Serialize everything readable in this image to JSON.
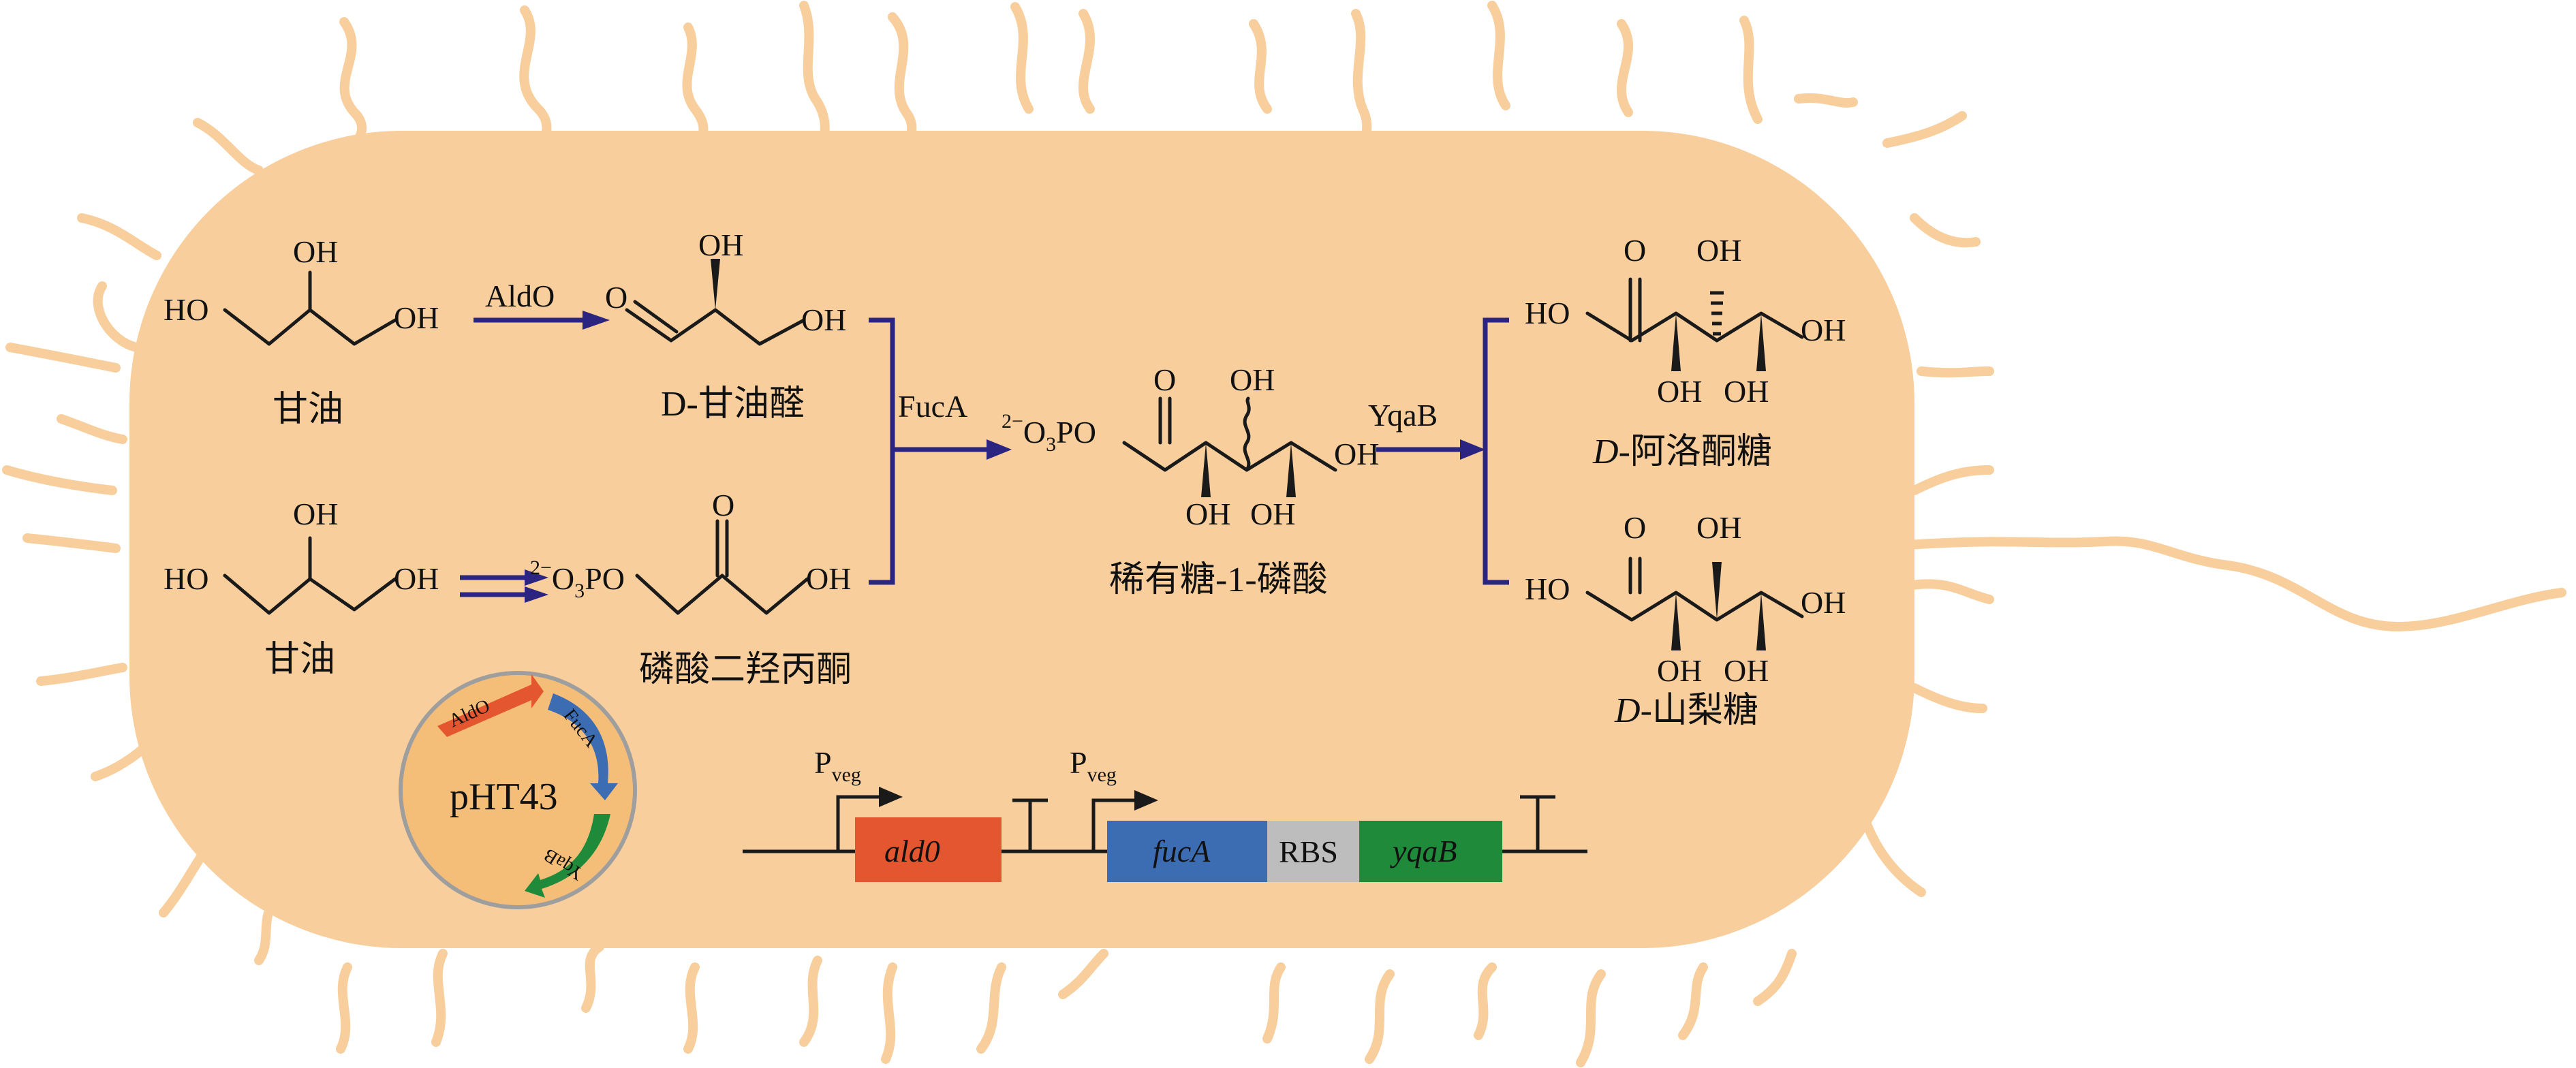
{
  "colors": {
    "cell_fill": "#F7CE9C",
    "flagella": "#F7CE9C",
    "bond": "#1a1a1a",
    "arrow": "#2B2480",
    "plasmid_fill": "#F5BE78",
    "plasmid_ring": "#9E9E9E",
    "aldO": "#E4562F",
    "fucA": "#3C6DB3",
    "rbs": "#BDBDBD",
    "yqaB": "#1F8A3A"
  },
  "compounds": {
    "glycerol_1": "甘油",
    "glyceraldehyde": "D-甘油醛",
    "glycerol_2": "甘油",
    "dhap": "磷酸二羟丙酮",
    "rare_sugar_phosphate": "稀有糖-1-磷酸",
    "allulose_prefix": "D",
    "allulose": "-阿洛酮糖",
    "sorbose_prefix": "D",
    "sorbose": "-山梨糖"
  },
  "enzymes": {
    "aldo": "AldO",
    "fuca": "FucA",
    "yqab": "YqaB"
  },
  "groups": {
    "ho": "HO",
    "oh": "OH",
    "o": "O",
    "po_charge": "2−",
    "po_o": "O",
    "po_sub": "3",
    "po_tail": "PO"
  },
  "plasmid": {
    "name": "pHT43",
    "genes": [
      "AldO",
      "FucA",
      "YqaB"
    ]
  },
  "construct": {
    "promoter_main": "P",
    "promoter_sub": "veg",
    "genes": [
      "ald0",
      "fucA",
      "RBS",
      "yqaB"
    ]
  }
}
